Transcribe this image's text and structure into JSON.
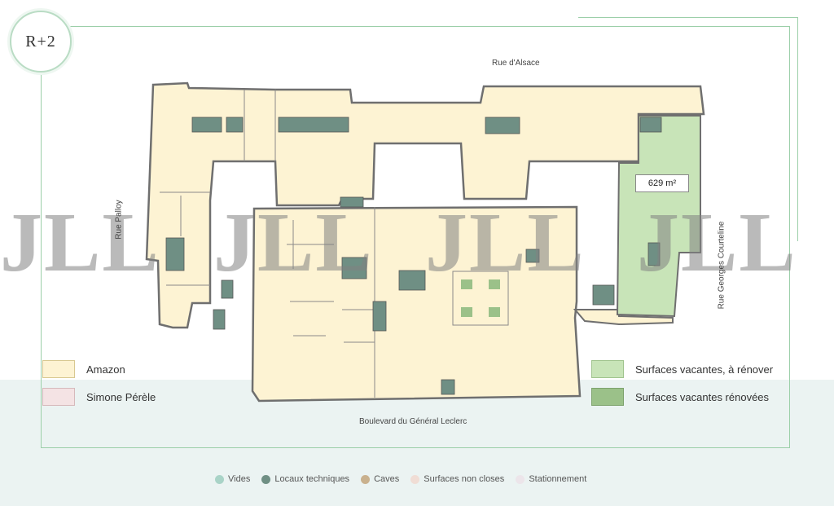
{
  "level_label": "R+2",
  "streets": {
    "top": "Rue d'Alsace",
    "bottom": "Boulevard du Général Leclerc",
    "left": "Rue Palloy",
    "right": "Rue Georges Courteline"
  },
  "area_label": "629 m²",
  "legend": [
    {
      "label": "Amazon",
      "color": "#fdf3d3"
    },
    {
      "label": "Simone Pérèle",
      "color": "#f4e3e4"
    },
    {
      "label": "Surfaces vacantes, à rénover",
      "color": "#c8e4b8"
    },
    {
      "label": "Surfaces vacantes rénovées",
      "color": "#9bc189"
    }
  ],
  "bottom_legend": [
    {
      "label": "Vides",
      "color": "#a9d3c7"
    },
    {
      "label": "Locaux techniques",
      "color": "#6f8f84"
    },
    {
      "label": "Caves",
      "color": "#c9b18e"
    },
    {
      "label": "Surfaces non closes",
      "color": "#f0ddd5"
    },
    {
      "label": "Stationnement",
      "color": "#ece5ea"
    }
  ],
  "watermark": {
    "text": "JLL"
  },
  "colors": {
    "frame": "#9ccfa9",
    "building_fill": "#fdf3d3",
    "building_stroke": "#6f6f6f",
    "vacant_fill": "#c8e4b8",
    "technical": "#6f8f84"
  }
}
